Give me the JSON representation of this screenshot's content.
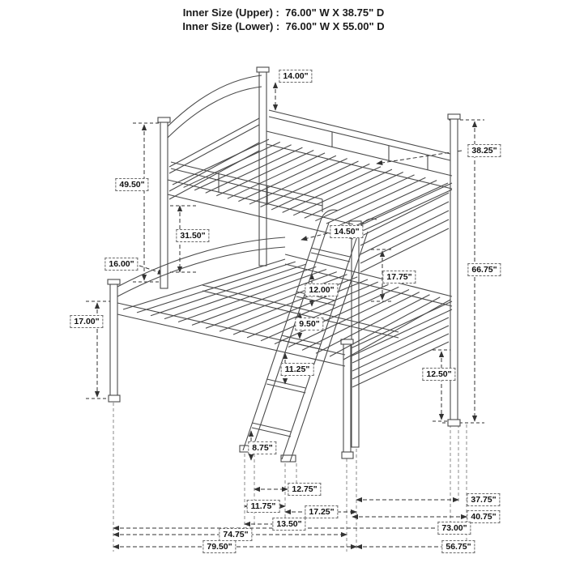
{
  "title": {
    "upper": "Inner Size (Upper) :  76.00\" W X 38.75\" D",
    "lower": "Inner Size (Lower) :  76.00\" W X 55.00\" D"
  },
  "dimensions": {
    "headboard_panel_height": "14.00\"",
    "upper_bed_depth": "38.25\"",
    "upper_section_height": "49.50\"",
    "guardrail_to_lower_rail": "31.50\"",
    "upper_rail_height": "14.50\"",
    "lower_headboard_height": "16.00\"",
    "overall_height": "66.75\"",
    "bunk_clearance": "17.75\"",
    "rung_spacing_top": "12.00\"",
    "lower_frame_floor_height": "17.00\"",
    "rung_spacing_upper_mid": "9.50\"",
    "rung_spacing_lower_mid": "11.25\"",
    "rail_to_floor": "12.50\"",
    "rung_spacing_bottom": "8.75\"",
    "ladder_foot_span_inner": "12.75\"",
    "ladder_width": "11.75\"",
    "ladder_clearance": "17.25\"",
    "footboard_inner_width": "37.75\"",
    "footboard_outer_width": "40.75\"",
    "ladder_foot_span_outer": "13.50\"",
    "frame_length": "73.00\"",
    "lower_bed_length": "74.75\"",
    "overall_length": "79.50\"",
    "lower_bed_width_overall": "56.75\""
  }
}
